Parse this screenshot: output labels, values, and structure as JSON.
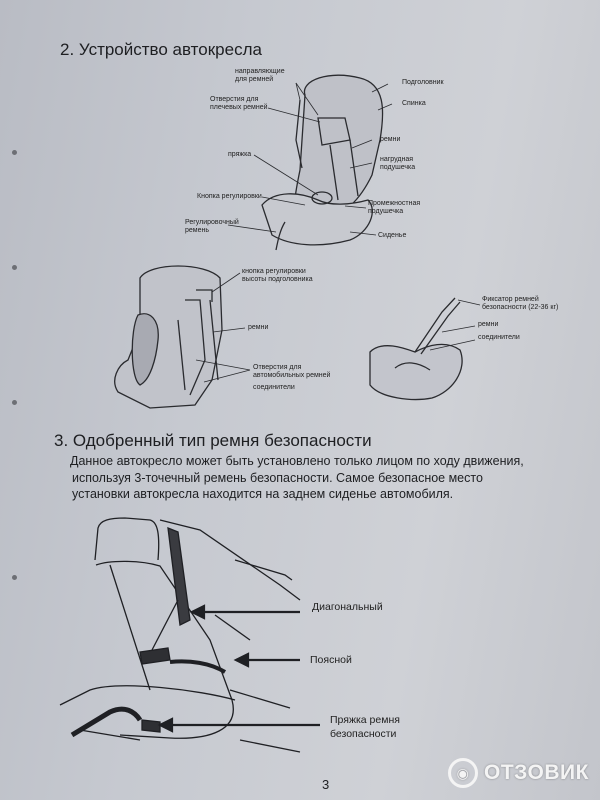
{
  "section2": {
    "title": "2. Устройство автокресла",
    "labels": {
      "guides": "направляющие\nдля ремней",
      "headrest": "Подголовник",
      "shoulder_holes": "Отверстия для\nплечевых ремней",
      "back": "Спинка",
      "belts": "ремни",
      "chest_pad": "нагрудная\nподушечка",
      "buckle": "пряжка",
      "adjust_button": "Кнопка регулировки",
      "crotch_pad": "Промежностная\nподушечка",
      "adjust_belt": "Регулировочный\nремень",
      "seat": "Сиденье",
      "headrest_height_button": "кнопка регулировки\nвысоты подголовника",
      "belts2": "ремни",
      "car_belt_holes": "Отверстия для\nавтомобильных ремней",
      "connectors": "соединители",
      "belt_clamp": "Фиксатор ремней\nбезопасности (22-36 кг)",
      "belts3": "ремни",
      "connectors2": "соединители"
    }
  },
  "section3": {
    "title": "3. Одобренный тип ремня безопасности",
    "paragraph": [
      "Данное автокресло может быть установлено только лицом по ходу движения,",
      "используя 3-точечный ремень безопасности. Самое безопасное место",
      "установки автокресла находится на заднем сиденье автомобиля."
    ],
    "labels": {
      "diagonal": "Диагональный",
      "lap": "Поясной",
      "buckle": "Пряжка ремня\nбезопасности"
    }
  },
  "page_number": "3",
  "watermark": "ОТЗОВИК"
}
